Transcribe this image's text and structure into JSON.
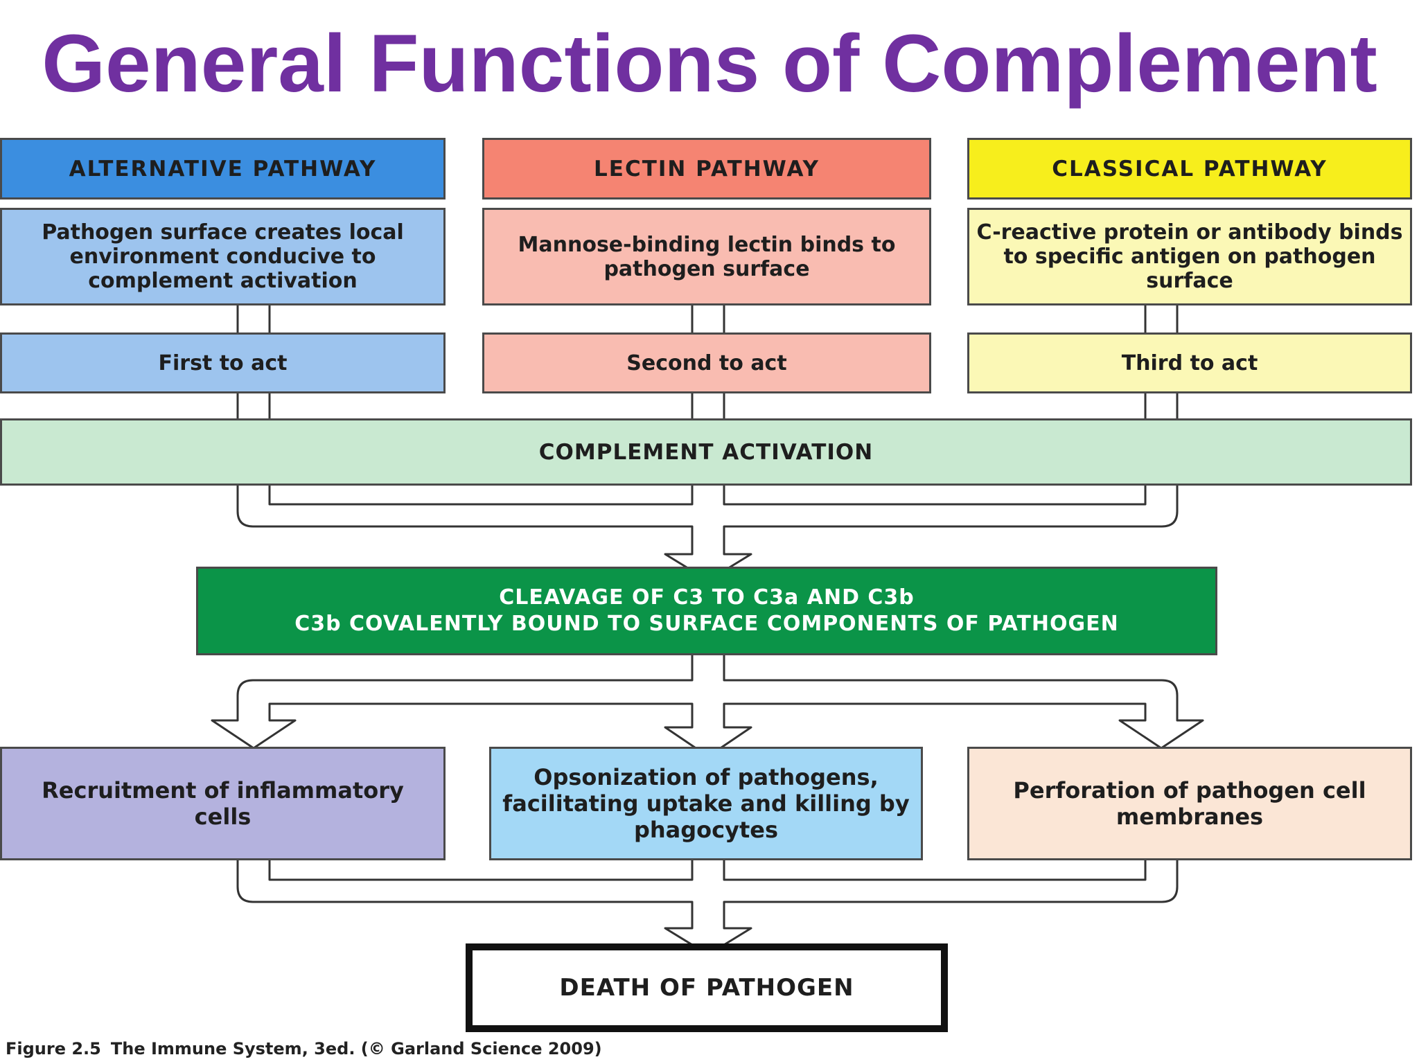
{
  "title": "General Functions of Complement",
  "pathways": [
    {
      "header": "ALTERNATIVE PATHWAY",
      "description": "Pathogen surface creates local environment conducive to complement activation",
      "order": "First to act",
      "header_color": "#3b8ee0",
      "body_color": "#9dc4ee"
    },
    {
      "header": "LECTIN PATHWAY",
      "description": "Mannose-binding lectin binds to pathogen surface",
      "order": "Second to act",
      "header_color": "#f58472",
      "body_color": "#f9bcb1"
    },
    {
      "header": "CLASSICAL PATHWAY",
      "description": "C-reactive protein or antibody binds to specific antigen on pathogen surface",
      "order": "Third to act",
      "header_color": "#f7ee1c",
      "body_color": "#fbf8b6"
    }
  ],
  "activation": {
    "label": "COMPLEMENT ACTIVATION",
    "color": "#c9e9d1"
  },
  "cleavage": {
    "line1": "CLEAVAGE OF C3 TO C3a AND C3b",
    "line2": "C3b COVALENTLY BOUND TO SURFACE COMPONENTS OF PATHOGEN",
    "color": "#0b9448"
  },
  "outcomes": [
    {
      "label": "Recruitment of inflammatory cells",
      "color": "#b4b2de"
    },
    {
      "label": "Opsonization of pathogens, facilitating uptake and killing by phagocytes",
      "color": "#a3d8f6"
    },
    {
      "label": "Perforation of pathogen cell membranes",
      "color": "#fbe6d6"
    }
  ],
  "final": {
    "label": "DEATH OF PATHOGEN"
  },
  "caption": {
    "figure": "Figure 2.5",
    "source": "The Immune System, 3ed. (© Garland Science 2009)"
  }
}
